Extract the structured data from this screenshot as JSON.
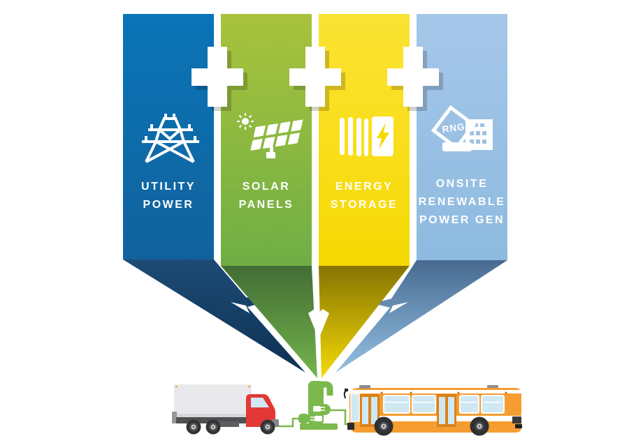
{
  "banners": [
    {
      "name": "utility-power",
      "lines": [
        "UTILITY",
        "POWER"
      ],
      "icon": "transmission-tower-icon",
      "color_top": "#0a74b7",
      "color_bottom": "#11629c",
      "fold_top": "#1d4b75",
      "fold_bottom": "#0e3154"
    },
    {
      "name": "solar-panels",
      "lines": [
        "SOLAR",
        "PANELS"
      ],
      "icon": "solar-panel-sun-icon",
      "color_top": "#a9c33c",
      "color_bottom": "#6fae45",
      "fold_top": "#426d36",
      "fold_bottom": "#74b44a"
    },
    {
      "name": "energy-storage",
      "lines": [
        "ENERGY",
        "STORAGE"
      ],
      "icon": "battery-storage-icon",
      "color_top": "#fbe334",
      "color_bottom": "#f6d903",
      "fold_top": "#867402",
      "fold_bottom": "#f4da05"
    },
    {
      "name": "onsite-renewable-power-gen",
      "lines": [
        "ONSITE",
        "RENEWABLE",
        "POWER GEN"
      ],
      "icon": "rng-facility-icon",
      "color_top": "#a5c7e9",
      "color_bottom": "#8ebadf",
      "fold_top": "#476a90",
      "fold_bottom": "#93c0e2"
    }
  ],
  "rng_badge": "RNG",
  "scene": {
    "truck_color": "#e23936",
    "bus_color": "#f59d30",
    "charger_color": "#7cb94c",
    "glass_color": "#cfe8f4"
  }
}
